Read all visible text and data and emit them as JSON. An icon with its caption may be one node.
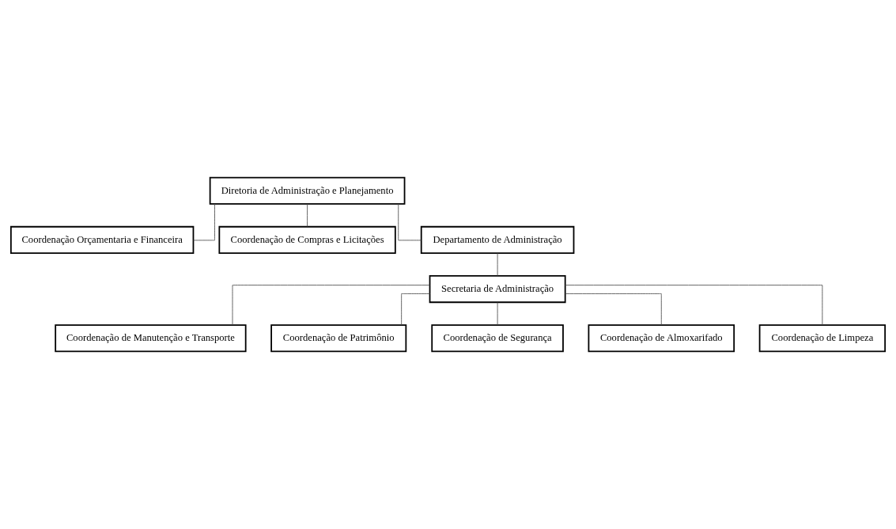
{
  "diagram": {
    "nodes": [
      {
        "text": [
          "Diretoria de Administração e Planejamento"
        ]
      },
      {
        "text": [
          "Coordenação Orçamentaria e Financeira"
        ]
      },
      {
        "text": [
          "Coordenação de Compras e Licitações"
        ]
      },
      {
        "text": [
          "Departamento de Administração"
        ]
      },
      {
        "text": [
          "Secretaria de Administração"
        ]
      },
      {
        "text": [
          "Coordenação de Manutenção e Transporte"
        ]
      },
      {
        "text": [
          "Coordenação de Patrimônio"
        ]
      },
      {
        "text": [
          "Coordenação de Segurança"
        ]
      },
      {
        "text": [
          "Coordenação de Almoxarifado"
        ]
      },
      {
        "text": [
          "Coordenação de Limpeza"
        ]
      }
    ],
    "edges": [
      {
        "from": 0,
        "to": 1,
        "arrow": "none"
      },
      {
        "from": 0,
        "to": 2,
        "arrow": "none"
      },
      {
        "from": 0,
        "to": 3,
        "arrow": "none"
      },
      {
        "from": 3,
        "to": 4,
        "arrow": "none"
      },
      {
        "from": 4,
        "to": 5,
        "arrow": "none"
      },
      {
        "from": 4,
        "to": 6,
        "arrow": "none"
      },
      {
        "from": 4,
        "to": 7,
        "arrow": "none"
      },
      {
        "from": 4,
        "to": 8,
        "arrow": "none"
      },
      {
        "from": 4,
        "to": 9,
        "arrow": "none"
      }
    ]
  }
}
